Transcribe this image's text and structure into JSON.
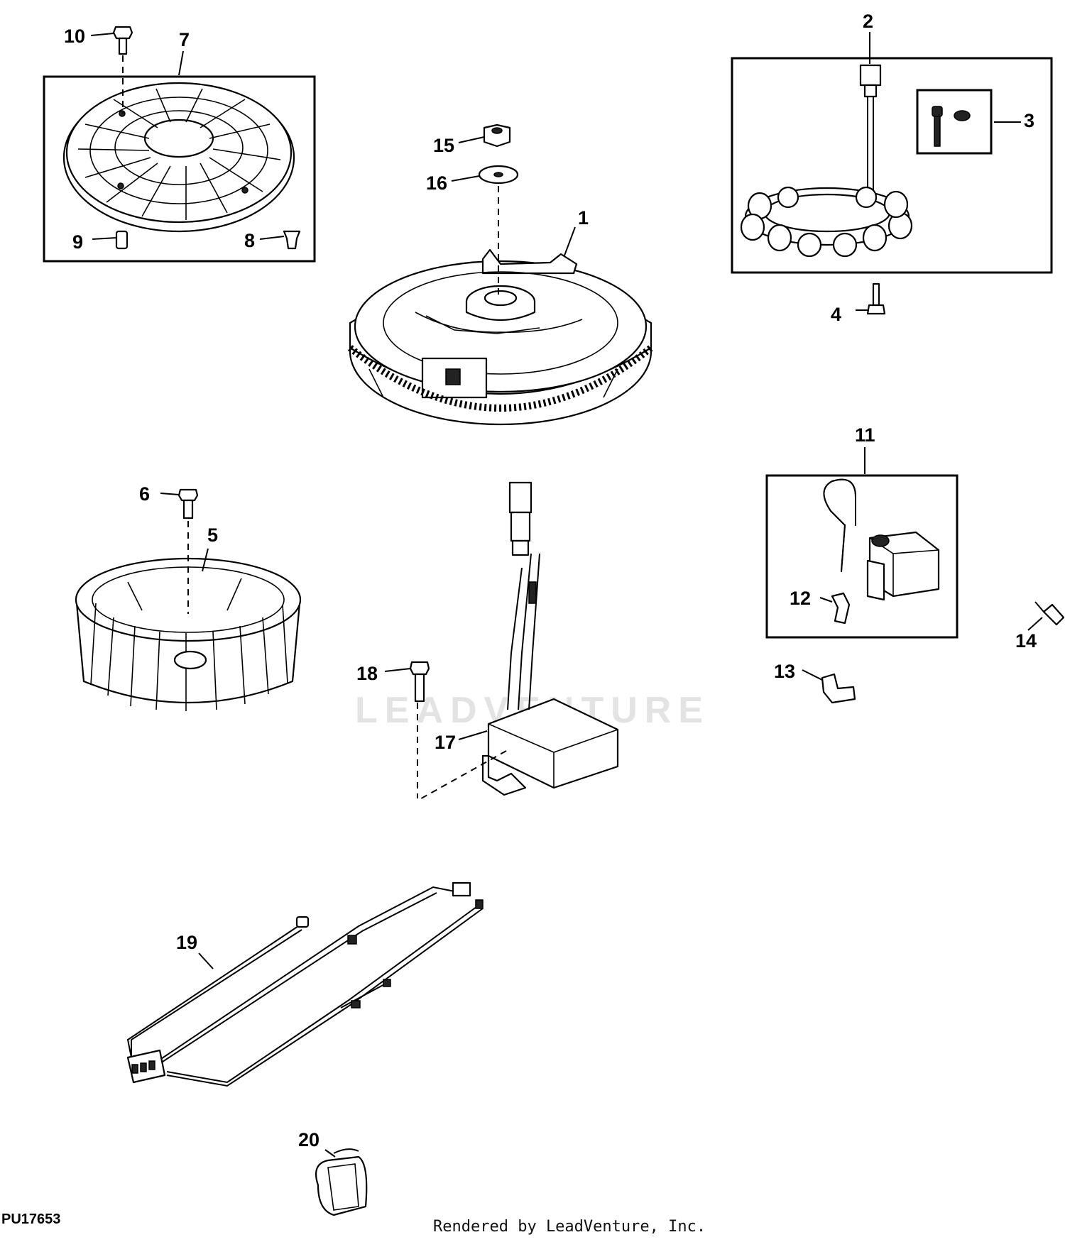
{
  "diagram": {
    "code": "PU17653",
    "footer": "Rendered by LeadVenture, Inc.",
    "watermark": "LEADVENTURE",
    "callouts": [
      "1",
      "2",
      "3",
      "4",
      "5",
      "6",
      "7",
      "8",
      "9",
      "10",
      "11",
      "12",
      "13",
      "14",
      "15",
      "16",
      "17",
      "18",
      "19",
      "20"
    ]
  }
}
